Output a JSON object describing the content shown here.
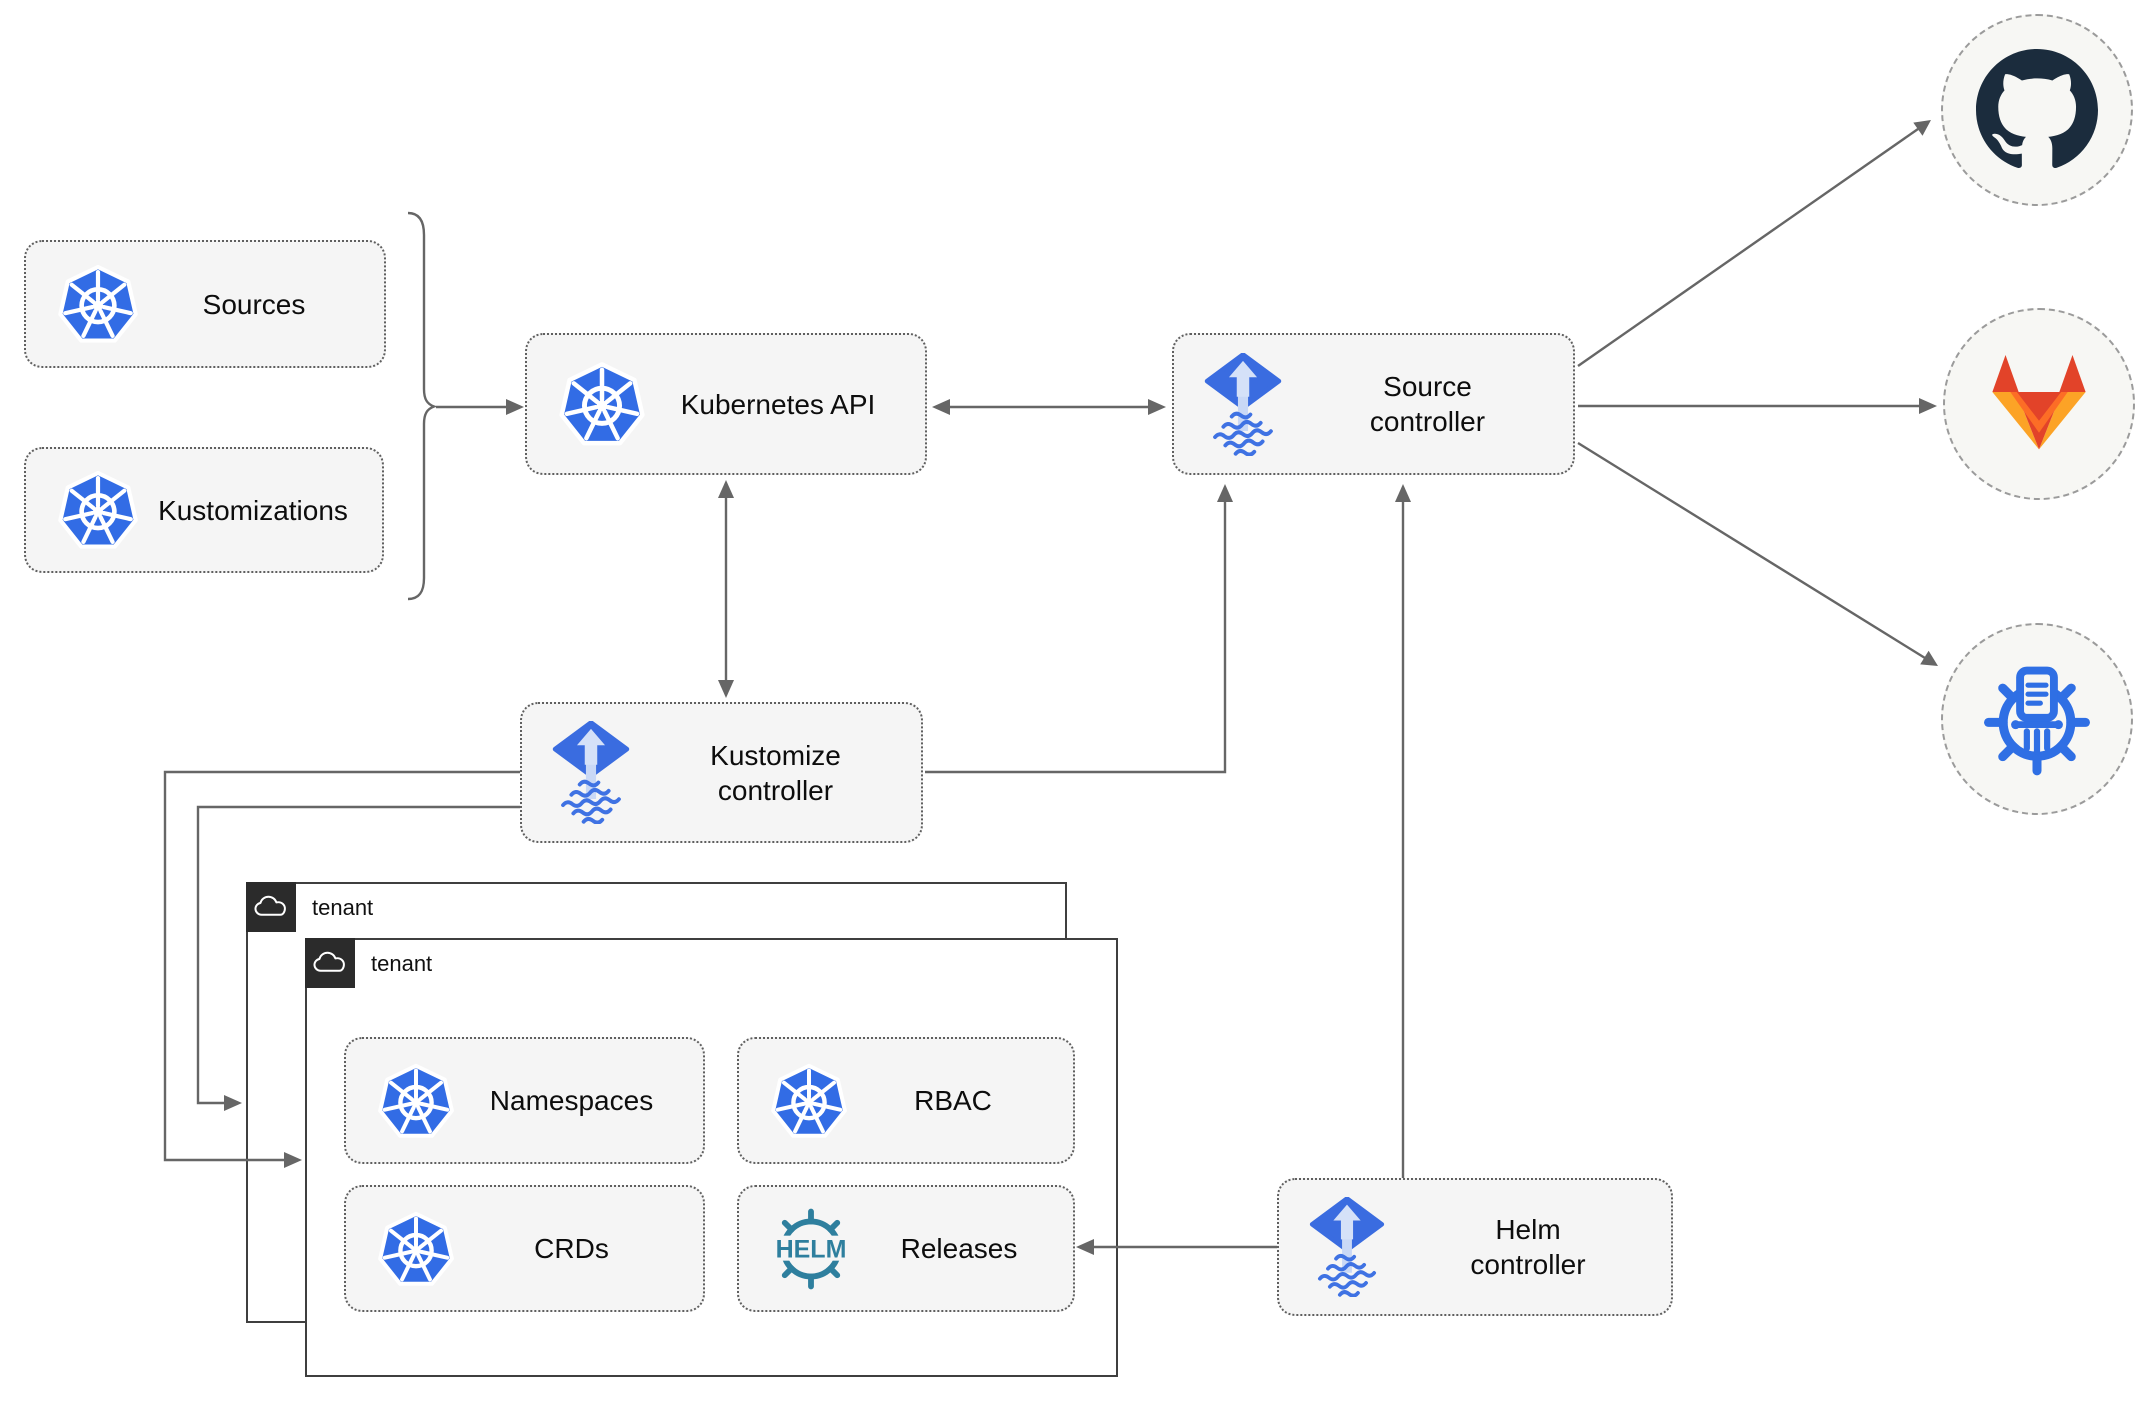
{
  "diagram_type": "flux-gitops-architecture",
  "colors": {
    "node_fill": "#f5f5f5",
    "node_border": "#5f5f5f",
    "connector": "#666666",
    "tenant_border": "#3f3f3f",
    "tenant_tag_bg": "#2b2b2b",
    "endpoint_fill": "#f7f7f4",
    "kubernetes_blue": "#326ce5",
    "flux_blue": "#3a6ce0",
    "flux_arrow_light": "#ccdaf6",
    "helm_teal": "#2e7f9e",
    "github_dark": "#1b2c3d",
    "gitlab_red": "#e24329",
    "gitlab_orange": "#fc6d26",
    "gitlab_amber": "#fca326",
    "chartmuseum_blue": "#2f6fe4"
  },
  "nodes": {
    "sources": {
      "label": "Sources",
      "icon": "kubernetes-wheel"
    },
    "kustomizations": {
      "label": "Kustomizations",
      "icon": "kubernetes-wheel"
    },
    "kubernetes_api": {
      "label": "Kubernetes API",
      "icon": "kubernetes-wheel"
    },
    "source_controller": {
      "label": "Source controller",
      "icon": "flux-arrow-diamond"
    },
    "kustomize_controller": {
      "label": "Kustomize controller",
      "icon": "flux-arrow-diamond"
    },
    "helm_controller": {
      "label": "Helm controller",
      "icon": "flux-arrow-diamond"
    },
    "namespaces": {
      "label": "Namespaces",
      "icon": "kubernetes-wheel"
    },
    "rbac": {
      "label": "RBAC",
      "icon": "kubernetes-wheel"
    },
    "crds": {
      "label": "CRDs",
      "icon": "kubernetes-wheel"
    },
    "releases": {
      "label": "Releases",
      "icon": "helm-wheel",
      "icon_text": "HELM"
    }
  },
  "groups": {
    "tenant_outer": {
      "label": "tenant",
      "icon": "cloud-outline"
    },
    "tenant_inner": {
      "label": "tenant",
      "icon": "cloud-outline"
    }
  },
  "endpoints": {
    "github": {
      "icon": "github-octocat"
    },
    "gitlab": {
      "icon": "gitlab-tanuki"
    },
    "chartmuseum": {
      "icon": "chartmuseum-wheel"
    }
  },
  "edges": [
    {
      "from": "sources+kustomizations brace",
      "to": "kubernetes_api",
      "arrows": "end"
    },
    {
      "from": "kubernetes_api",
      "to": "source_controller",
      "arrows": "both"
    },
    {
      "from": "kubernetes_api",
      "to": "kustomize_controller",
      "arrows": "both"
    },
    {
      "from": "kustomize_controller",
      "to": "source_controller",
      "arrows": "end"
    },
    {
      "from": "helm_controller",
      "to": "source_controller",
      "arrows": "end"
    },
    {
      "from": "helm_controller",
      "to": "releases",
      "arrows": "end"
    },
    {
      "from": "kustomize_controller",
      "to": "tenant_inner",
      "arrows": "end"
    },
    {
      "from": "kustomize_controller",
      "to": "tenant_outer",
      "arrows": "end"
    },
    {
      "from": "source_controller",
      "to": "github",
      "arrows": "end"
    },
    {
      "from": "source_controller",
      "to": "gitlab",
      "arrows": "end"
    },
    {
      "from": "source_controller",
      "to": "chartmuseum",
      "arrows": "end"
    }
  ]
}
